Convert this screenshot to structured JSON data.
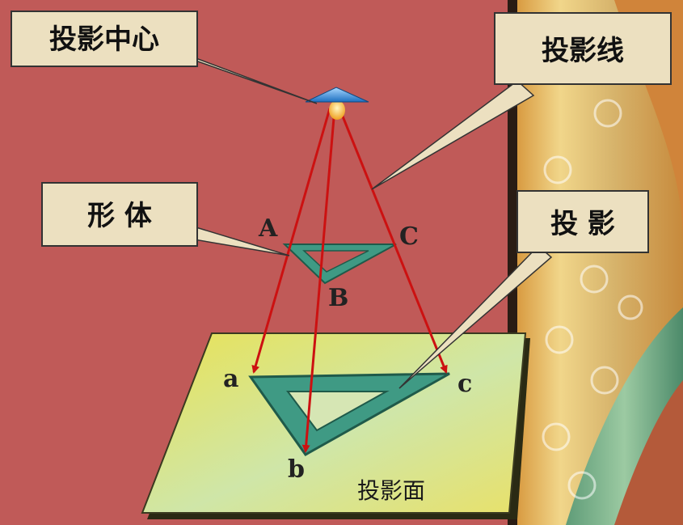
{
  "callouts": {
    "projection_center": "投影中心",
    "projection_line": "投影线",
    "object": "形 体",
    "projection": "投 影"
  },
  "vertices": {
    "object": [
      "A",
      "B",
      "C"
    ],
    "projected": [
      "a",
      "b",
      "c"
    ]
  },
  "plane_label": "投影面",
  "colors": {
    "background": "#c05a58",
    "projection_ray": "#cc1111",
    "triangle": "#3f9a84",
    "plane": "#e6df5a",
    "callout_box": "#ece0c0"
  }
}
